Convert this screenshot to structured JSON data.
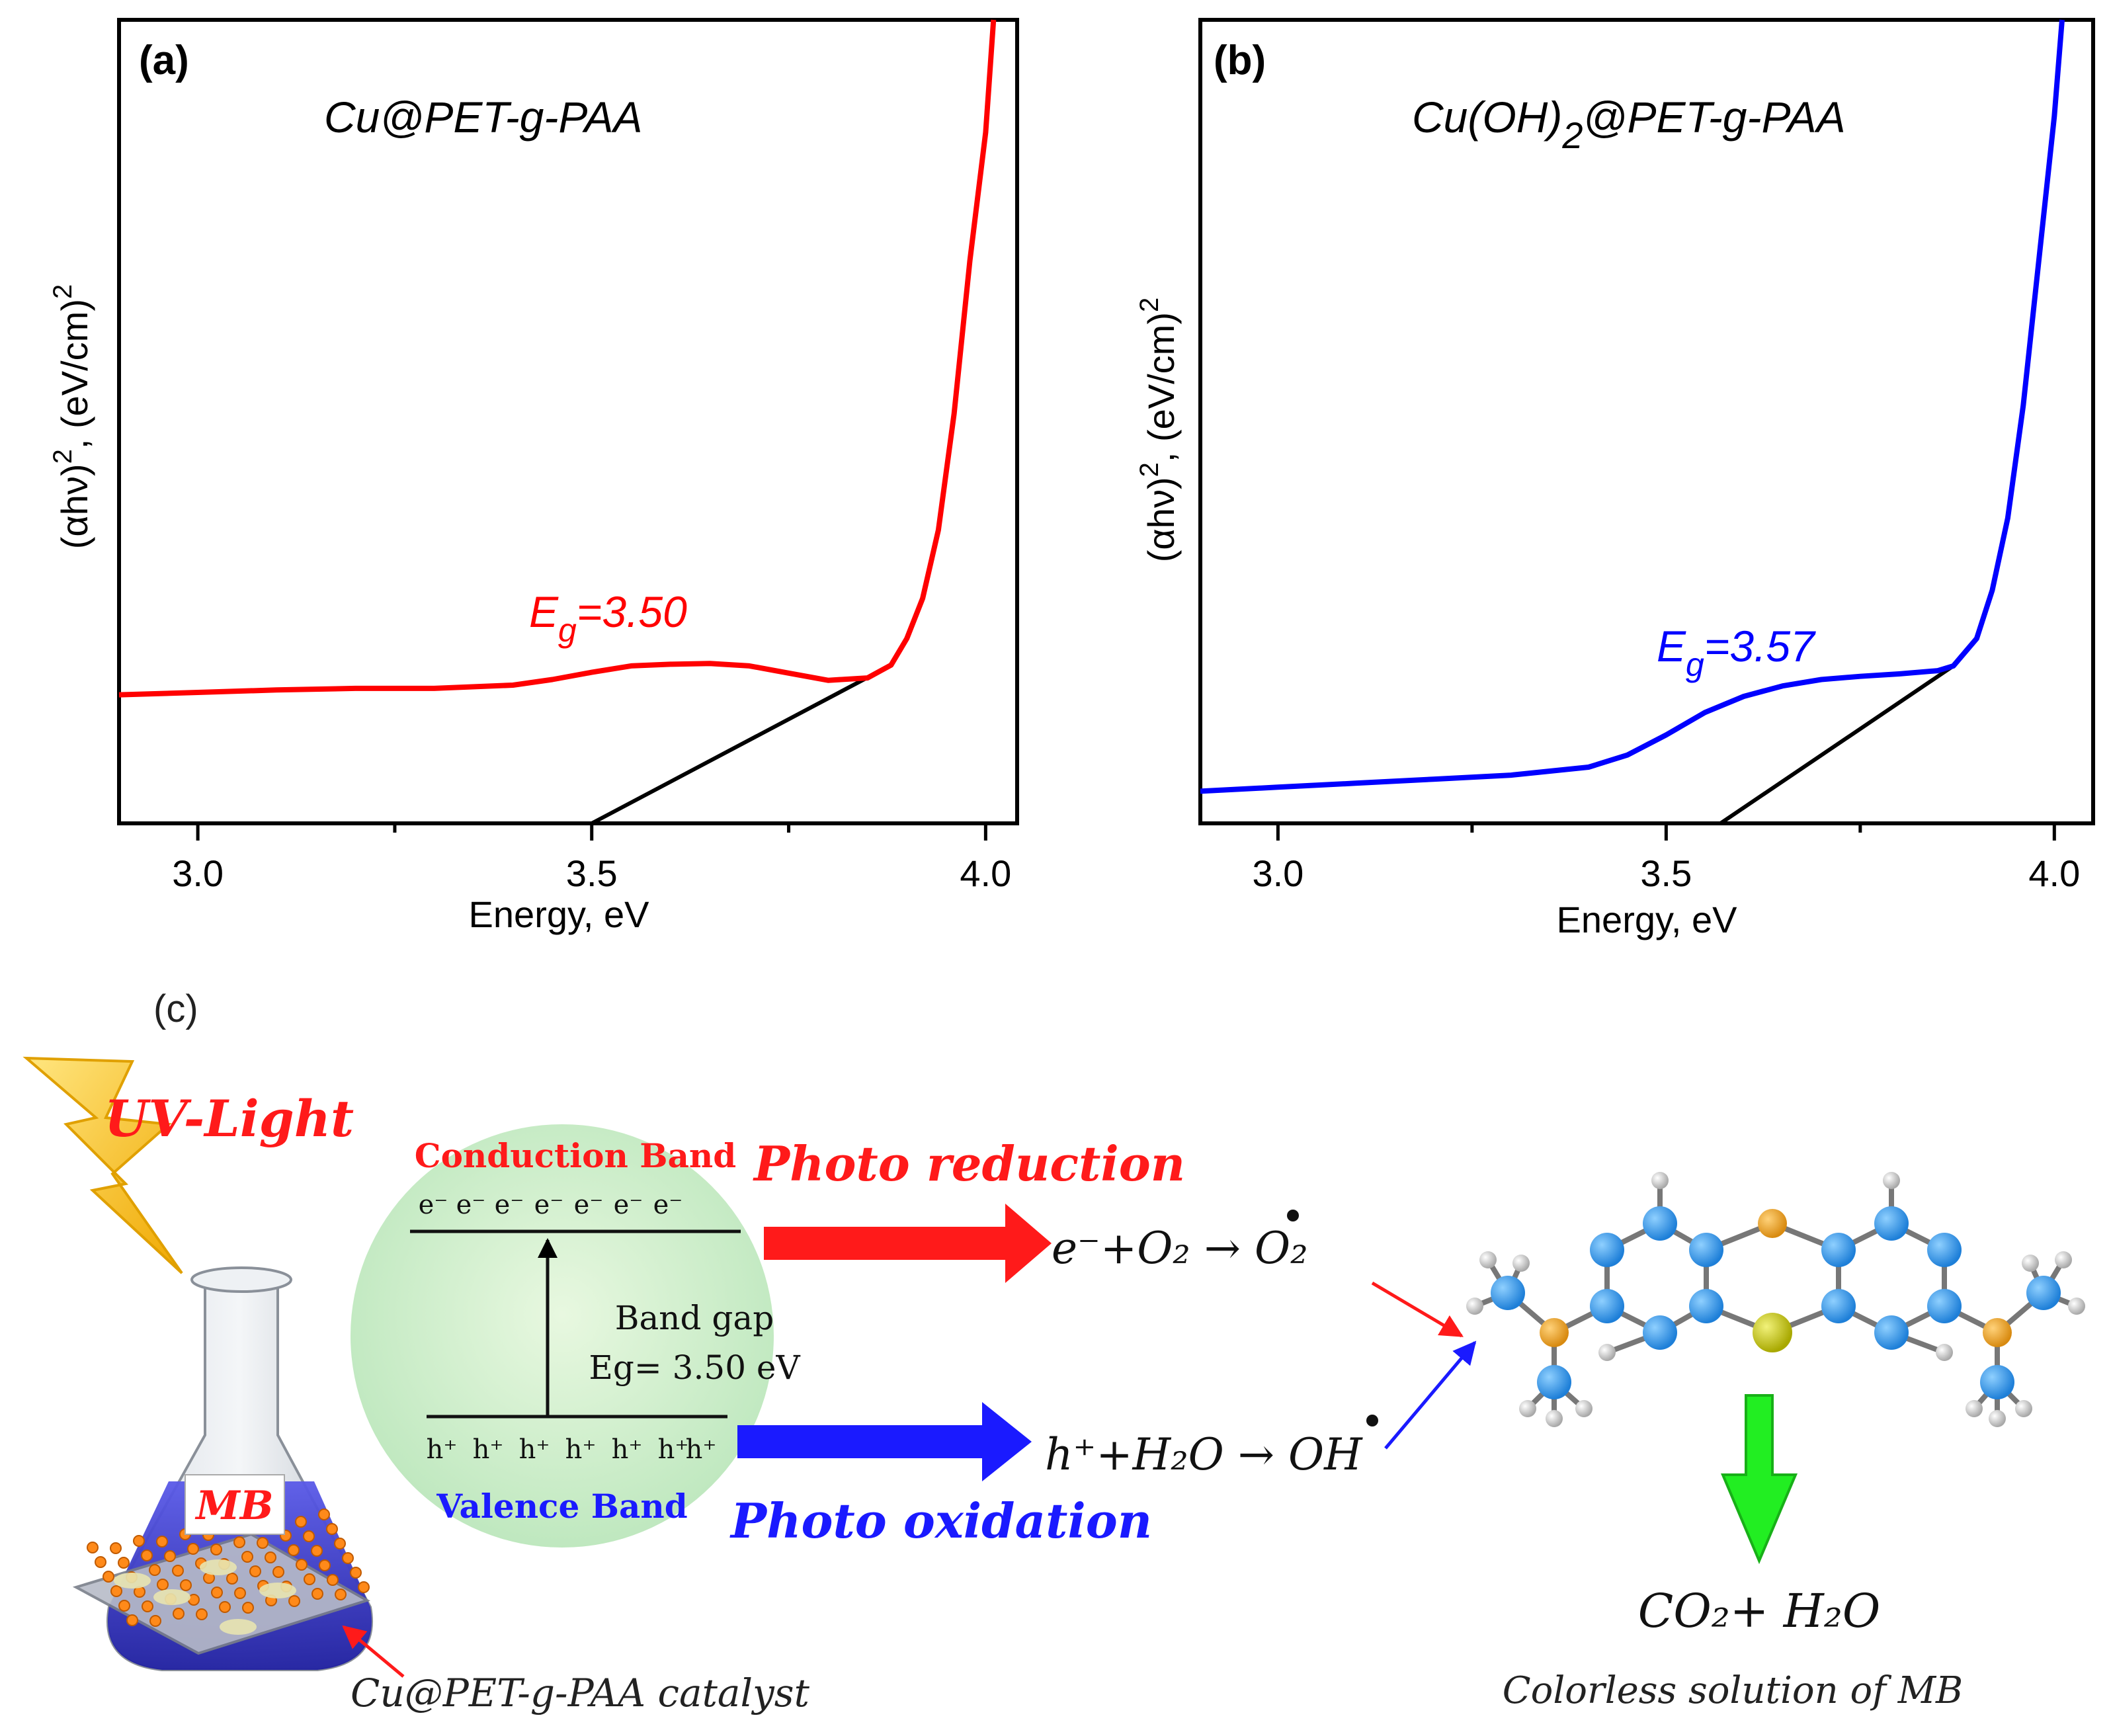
{
  "chart_data": [
    {
      "type": "line",
      "panel_label": "(a)",
      "sample_label": "Cu@PET-g-PAA",
      "xlabel": "Energy, eV",
      "ylabel_base": "(αhν)",
      "ylabel_sup": "2",
      "ylabel_units": ", (eV/cm)",
      "ylabel_units_sup": "2",
      "xlim": [
        2.9,
        4.04
      ],
      "ylim": [
        0,
        100
      ],
      "x_ticks": [
        3.0,
        3.5,
        4.0
      ],
      "x_tick_labels": [
        "3.0",
        "3.5",
        "4.0"
      ],
      "series": [
        {
          "color": "#ff0000",
          "x": [
            2.9,
            3.0,
            3.1,
            3.2,
            3.3,
            3.4,
            3.45,
            3.5,
            3.55,
            3.6,
            3.65,
            3.7,
            3.75,
            3.8,
            3.85,
            3.88,
            3.9,
            3.92,
            3.94,
            3.96,
            3.98,
            4.0,
            4.01
          ],
          "y": [
            16.0,
            16.3,
            16.6,
            16.8,
            16.8,
            17.2,
            17.9,
            18.8,
            19.6,
            19.8,
            19.9,
            19.6,
            18.7,
            17.8,
            18.1,
            19.7,
            23.0,
            28.0,
            36.5,
            51.0,
            70.0,
            86.0,
            100.0
          ]
        }
      ],
      "tangent": {
        "x": [
          3.5,
          3.88
        ],
        "y": [
          0,
          19.7
        ],
        "color": "#000000"
      },
      "annotation": {
        "main": "E",
        "sub": "g",
        "value": "=3.50",
        "color": "#ff0000"
      }
    },
    {
      "type": "line",
      "panel_label": "(b)",
      "sample_label": "Cu(OH)",
      "sample_label_sub": "2",
      "sample_label_rest": "@PET-g-PAA",
      "xlabel": "Energy, eV",
      "ylabel_base": "(αhν)",
      "ylabel_sup": "2",
      "ylabel_units": ", (eV/cm)",
      "ylabel_units_sup": "2",
      "xlim": [
        2.9,
        4.05
      ],
      "ylim": [
        0,
        100
      ],
      "x_ticks": [
        3.0,
        3.5,
        4.0
      ],
      "x_tick_labels": [
        "3.0",
        "3.5",
        "4.0"
      ],
      "series": [
        {
          "color": "#0000ff",
          "x": [
            2.9,
            3.0,
            3.1,
            3.2,
            3.3,
            3.4,
            3.45,
            3.5,
            3.55,
            3.6,
            3.65,
            3.7,
            3.75,
            3.8,
            3.85,
            3.87,
            3.9,
            3.92,
            3.94,
            3.96,
            3.98,
            4.0,
            4.01
          ],
          "y": [
            4.0,
            4.5,
            5.0,
            5.5,
            6.0,
            7.0,
            8.5,
            11.0,
            13.8,
            15.8,
            17.1,
            17.9,
            18.3,
            18.6,
            19.0,
            19.6,
            23.0,
            29.0,
            38.0,
            52.0,
            70.0,
            88.0,
            100.0
          ]
        }
      ],
      "tangent": {
        "x": [
          3.57,
          3.87
        ],
        "y": [
          0,
          19.6
        ],
        "color": "#000000"
      },
      "annotation": {
        "main": "E",
        "sub": "g",
        "value": "=3.57",
        "color": "#0000ff"
      }
    }
  ],
  "scheme": {
    "panel_label": "(c)",
    "uv_light": "UV-Light",
    "flask_label": "MB",
    "catalyst_label": "Cu@PET-g-PAA catalyst",
    "conduction_band": "Conduction Band",
    "valence_band": "Valence Band",
    "electron": "e⁻",
    "hole": "h⁺",
    "band_gap": "Band gap",
    "band_gap_value": "Eg= 3.50 eV",
    "photo_reduction": "Photo reduction",
    "photo_oxidation": "Photo oxidation",
    "reduction_eq": "e⁻+O₂ → O₂",
    "oxidation_eq": "h⁺+H₂O → OH",
    "products": "CO₂+ H₂O",
    "colorless": "Colorless solution of MB",
    "colors": {
      "red": "#ff1a1a",
      "blue": "#1a1aff",
      "green_arrow": "#22ee22",
      "band_circle": "#c8efc8",
      "flask_liquid": "#3a3ad0"
    }
  }
}
